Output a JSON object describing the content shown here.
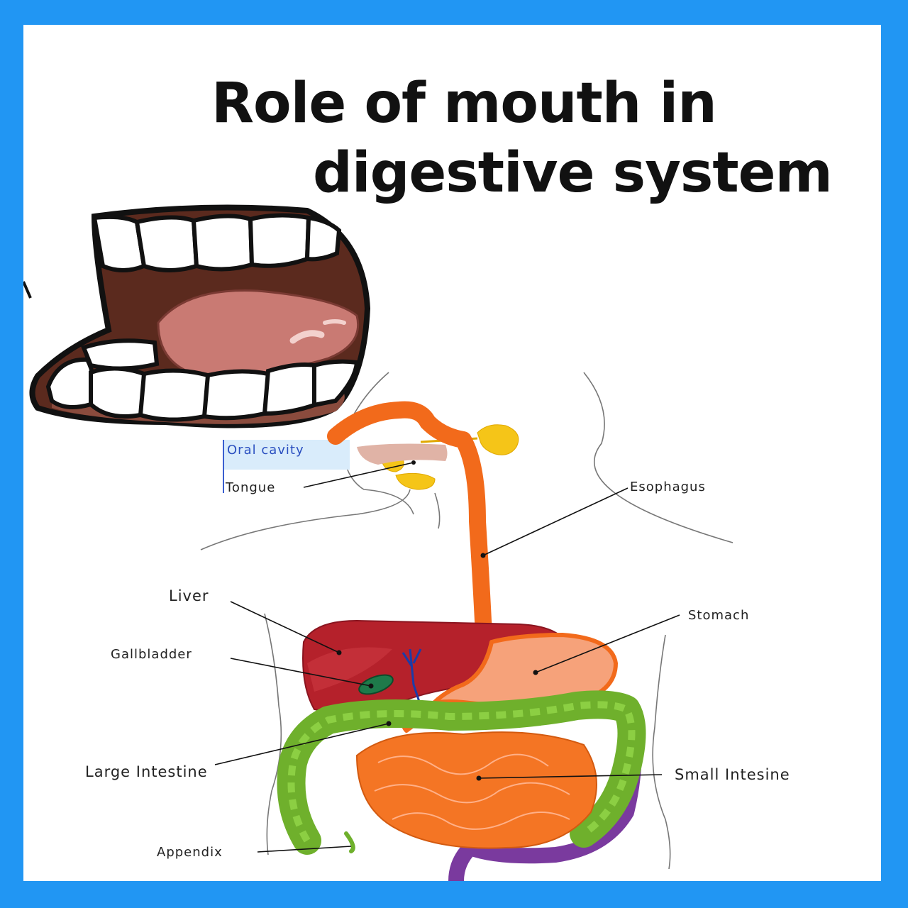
{
  "title": {
    "line1": "Role of mouth in",
    "line2": "digestive system"
  },
  "labels": {
    "oral_cavity": "Oral cavity",
    "tongue": "Tongue",
    "esophagus": "Esophagus",
    "liver": "Liver",
    "gallbladder": "Gallbladder",
    "stomach": "Stomach",
    "large_intestine": "Large Intestine",
    "small_intestine": "Small Intesine",
    "appendix": "Appendix"
  },
  "colors": {
    "frame": "#2196f3",
    "esophagus": "#f26a1b",
    "stomach": "#f6a27a",
    "liver": "#b5212b",
    "large_intestine": "#6fb02c",
    "small_intestine": "#f47524",
    "rectum": "#7a3a9e",
    "gallbladder": "#1e7a4a",
    "gland": "#f5c518",
    "oral_highlight": "#d9ecfb"
  }
}
